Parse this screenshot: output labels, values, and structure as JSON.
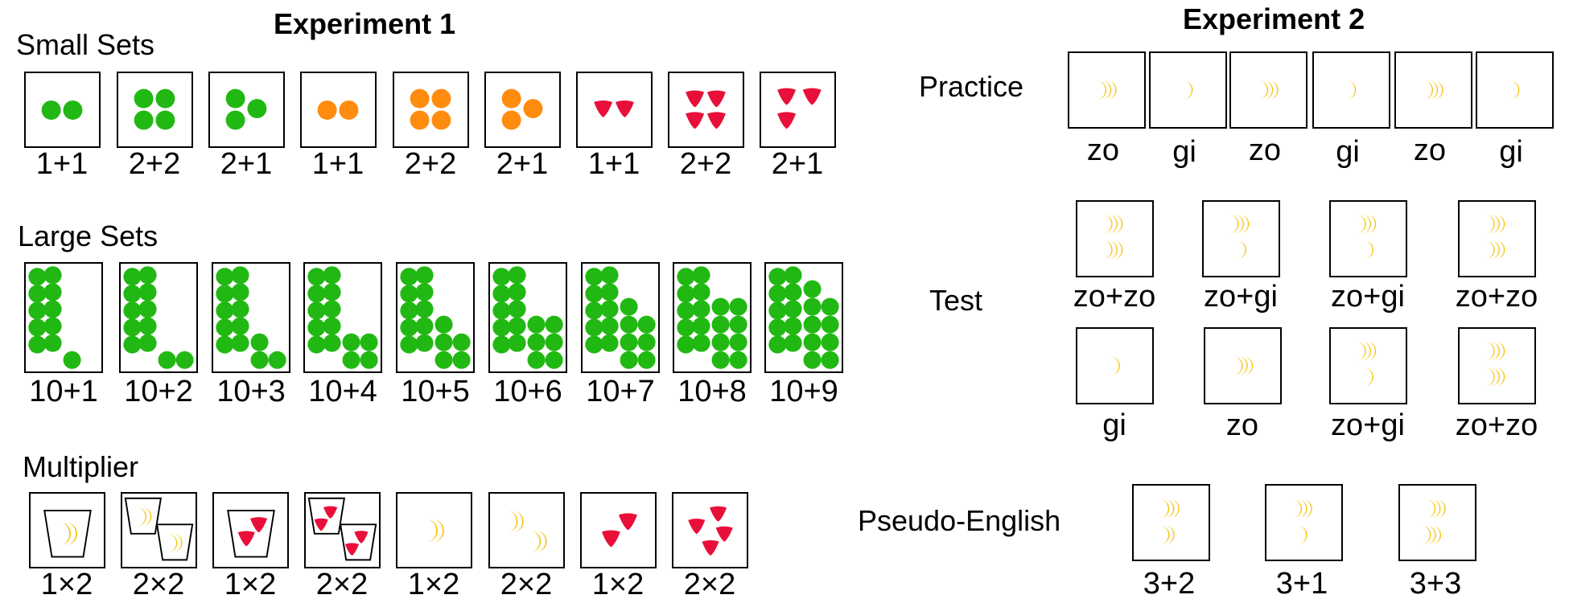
{
  "experiment1": {
    "title": "Experiment 1",
    "small_sets": {
      "label": "Small Sets",
      "items": [
        {
          "caption": "1+1",
          "shape": "green-dot"
        },
        {
          "caption": "2+2",
          "shape": "green-dot"
        },
        {
          "caption": "2+1",
          "shape": "green-dot"
        },
        {
          "caption": "1+1",
          "shape": "orange-dot"
        },
        {
          "caption": "2+2",
          "shape": "orange-dot"
        },
        {
          "caption": "2+1",
          "shape": "orange-dot"
        },
        {
          "caption": "1+1",
          "shape": "red-wedge"
        },
        {
          "caption": "2+2",
          "shape": "red-wedge"
        },
        {
          "caption": "2+1",
          "shape": "red-wedge"
        }
      ]
    },
    "large_sets": {
      "label": "Large Sets",
      "items": [
        {
          "caption": "10+1",
          "added": 1
        },
        {
          "caption": "10+2",
          "added": 2
        },
        {
          "caption": "10+3",
          "added": 3
        },
        {
          "caption": "10+4",
          "added": 4
        },
        {
          "caption": "10+5",
          "added": 5
        },
        {
          "caption": "10+6",
          "added": 6
        },
        {
          "caption": "10+7",
          "added": 7
        },
        {
          "caption": "10+8",
          "added": 8
        },
        {
          "caption": "10+9",
          "added": 9
        }
      ]
    },
    "multiplier": {
      "label": "Multiplier",
      "items": [
        {
          "caption": "1×2"
        },
        {
          "caption": "2×2"
        },
        {
          "caption": "1×2"
        },
        {
          "caption": "2×2"
        },
        {
          "caption": "1×2"
        },
        {
          "caption": "2×2"
        },
        {
          "caption": "1×2"
        },
        {
          "caption": "2×2"
        }
      ]
    }
  },
  "experiment2": {
    "title": "Experiment 2",
    "practice": {
      "label": "Practice",
      "items": [
        {
          "caption": "zo"
        },
        {
          "caption": "gi"
        },
        {
          "caption": "zo"
        },
        {
          "caption": "gi"
        },
        {
          "caption": "zo"
        },
        {
          "caption": "gi"
        }
      ]
    },
    "test": {
      "label": "Test",
      "row1": [
        {
          "caption": "zo+zo"
        },
        {
          "caption": "zo+gi"
        },
        {
          "caption": "zo+gi"
        },
        {
          "caption": "zo+zo"
        }
      ],
      "row2": [
        {
          "caption": "gi"
        },
        {
          "caption": "zo"
        },
        {
          "caption": "zo+gi"
        },
        {
          "caption": "zo+zo"
        }
      ]
    },
    "pseudo_english": {
      "label": "Pseudo-English",
      "items": [
        {
          "caption": "3+2"
        },
        {
          "caption": "3+1"
        },
        {
          "caption": "3+3"
        }
      ]
    }
  },
  "colors": {
    "green": "#22b814",
    "orange": "#ff8c0f",
    "red": "#e8103a",
    "yellow": "#f5c000"
  }
}
